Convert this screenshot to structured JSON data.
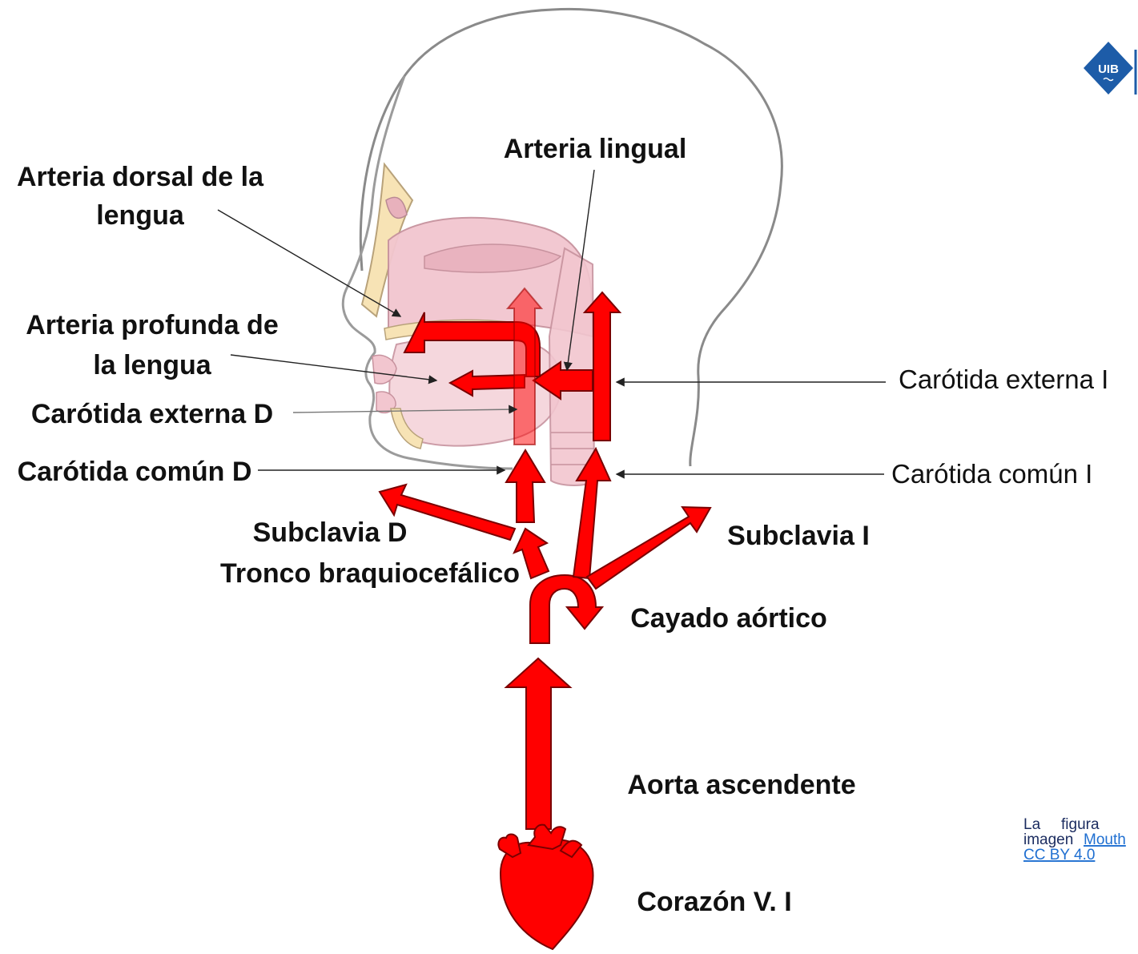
{
  "labels": {
    "arteria_lingual": "Arteria lingual",
    "arteria_dorsal_1": "Arteria dorsal de la",
    "arteria_dorsal_2": "lengua",
    "arteria_profunda_1": "Arteria profunda de",
    "arteria_profunda_2": "la lengua",
    "carotida_externa_d": "Carótida externa D",
    "carotida_comun_d": "Carótida común D",
    "subclavia_d": "Subclavia D",
    "tronco": "Tronco braquiocefálico",
    "carotida_externa_i": "Carótida externa I",
    "carotida_comun_i": "Carótida común I",
    "subclavia_i": "Subclavia I",
    "cayado": "Cayado aórtico",
    "aorta": "Aorta ascendente",
    "corazon": "Corazón V. I"
  },
  "logo": {
    "text": "UIB",
    "color": "#1d5ca8"
  },
  "credit": {
    "line1_a": "La",
    "line1_b": "figura",
    "line2_prefix": "imagen ",
    "line2_link": "Mouth",
    "line3_link": " CC BY 4.0"
  },
  "colors": {
    "arrow": "#ff0000",
    "arrow_stroke": "#7a0000",
    "head_outline": "#8a8a8a",
    "tissue_pink": "#f2c6cf",
    "bone": "#f7e3b5"
  }
}
